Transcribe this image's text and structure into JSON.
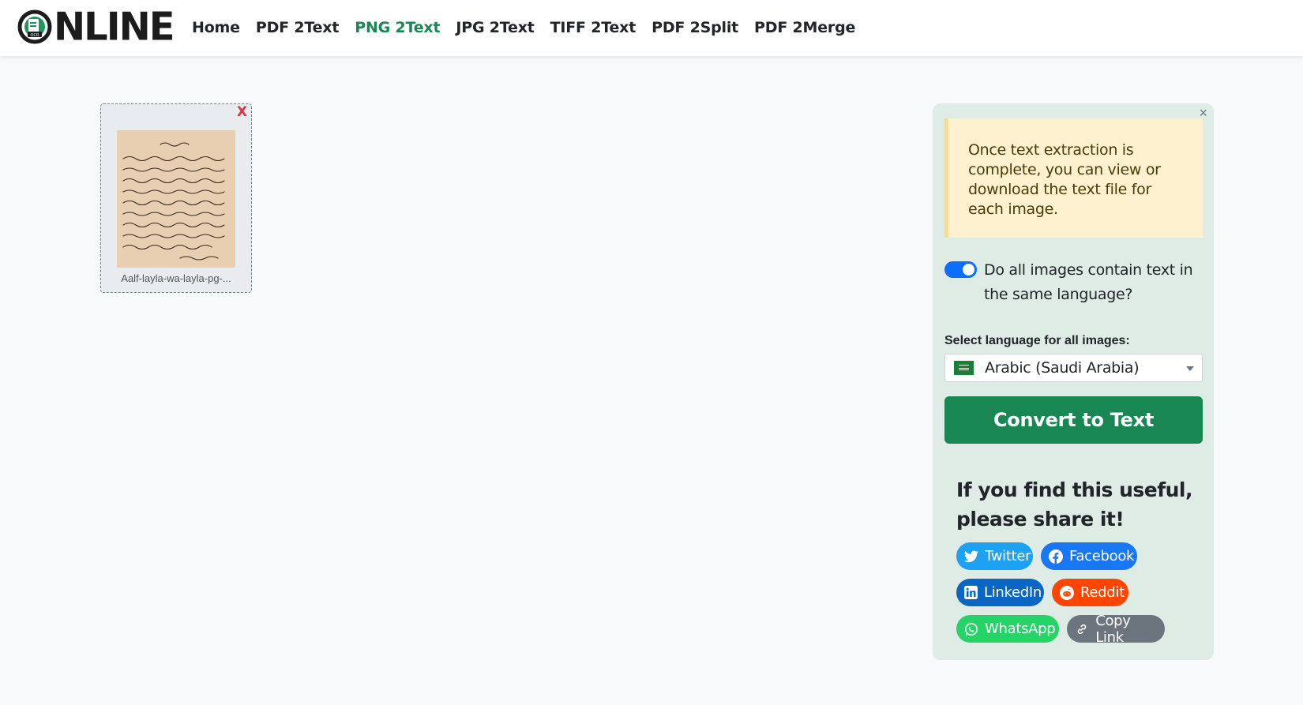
{
  "header": {
    "logo_text": "NLINE",
    "logo_badge_text": "OCR",
    "nav": [
      {
        "label": "Home",
        "active": false
      },
      {
        "label": "PDF 2Text",
        "active": false
      },
      {
        "label": "PNG 2Text",
        "active": true
      },
      {
        "label": "JPG 2Text",
        "active": false
      },
      {
        "label": "TIFF 2Text",
        "active": false
      },
      {
        "label": "PDF 2Split",
        "active": false
      },
      {
        "label": "PDF 2Merge",
        "active": false
      }
    ]
  },
  "upload": {
    "remove_label": "X",
    "file_name": "Aalf-layla-wa-layla-pg-..."
  },
  "panel": {
    "close_label": "×",
    "info_text": "Once text extraction is complete, you can view or download the text file for each image.",
    "toggle_on": true,
    "toggle_label": "Do all images contain text in the same language?",
    "language_label": "Select language for all images:",
    "language_value": "Arabic (Saudi Arabia)",
    "convert_label": "Convert to Text",
    "share_title": "If you find this useful, please share it!",
    "share": {
      "twitter": "Twitter",
      "facebook": "Facebook",
      "linkedin": "LinkedIn",
      "reddit": "Reddit",
      "whatsapp": "WhatsApp",
      "copy": "Copy Link"
    }
  },
  "colors": {
    "accent_green": "#198754",
    "toggle_blue": "#0d6efd",
    "panel_bg": "#dfece6",
    "info_bg": "#fdf1cf",
    "remove_red": "#dc3545"
  }
}
